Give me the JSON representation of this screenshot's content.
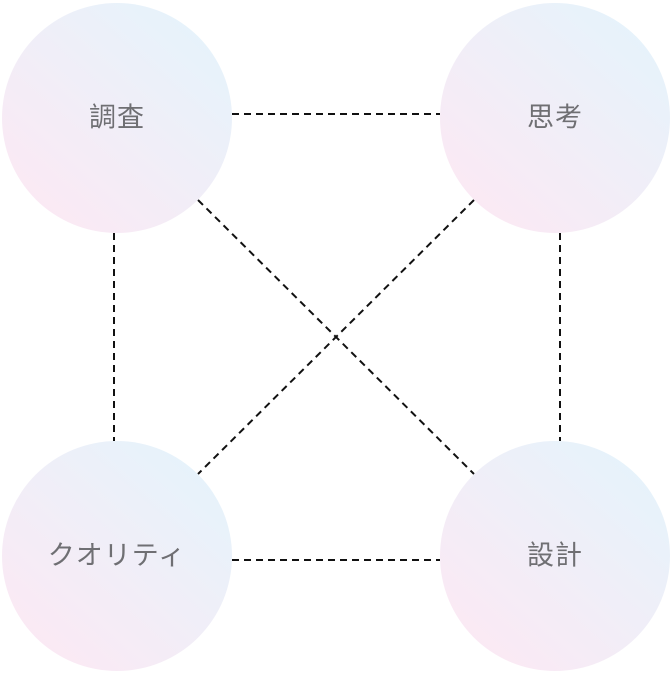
{
  "nodes": {
    "research": {
      "label": "調査"
    },
    "thinking": {
      "label": "思考"
    },
    "quality": {
      "label": "クオリティ"
    },
    "design": {
      "label": "設計"
    }
  },
  "colors": {
    "circle_gradient_top": "#e6f3fb",
    "circle_gradient_bottom": "#fbe9f4",
    "label_text": "#6f6f73",
    "connector": "#111111",
    "background": "#ffffff"
  }
}
